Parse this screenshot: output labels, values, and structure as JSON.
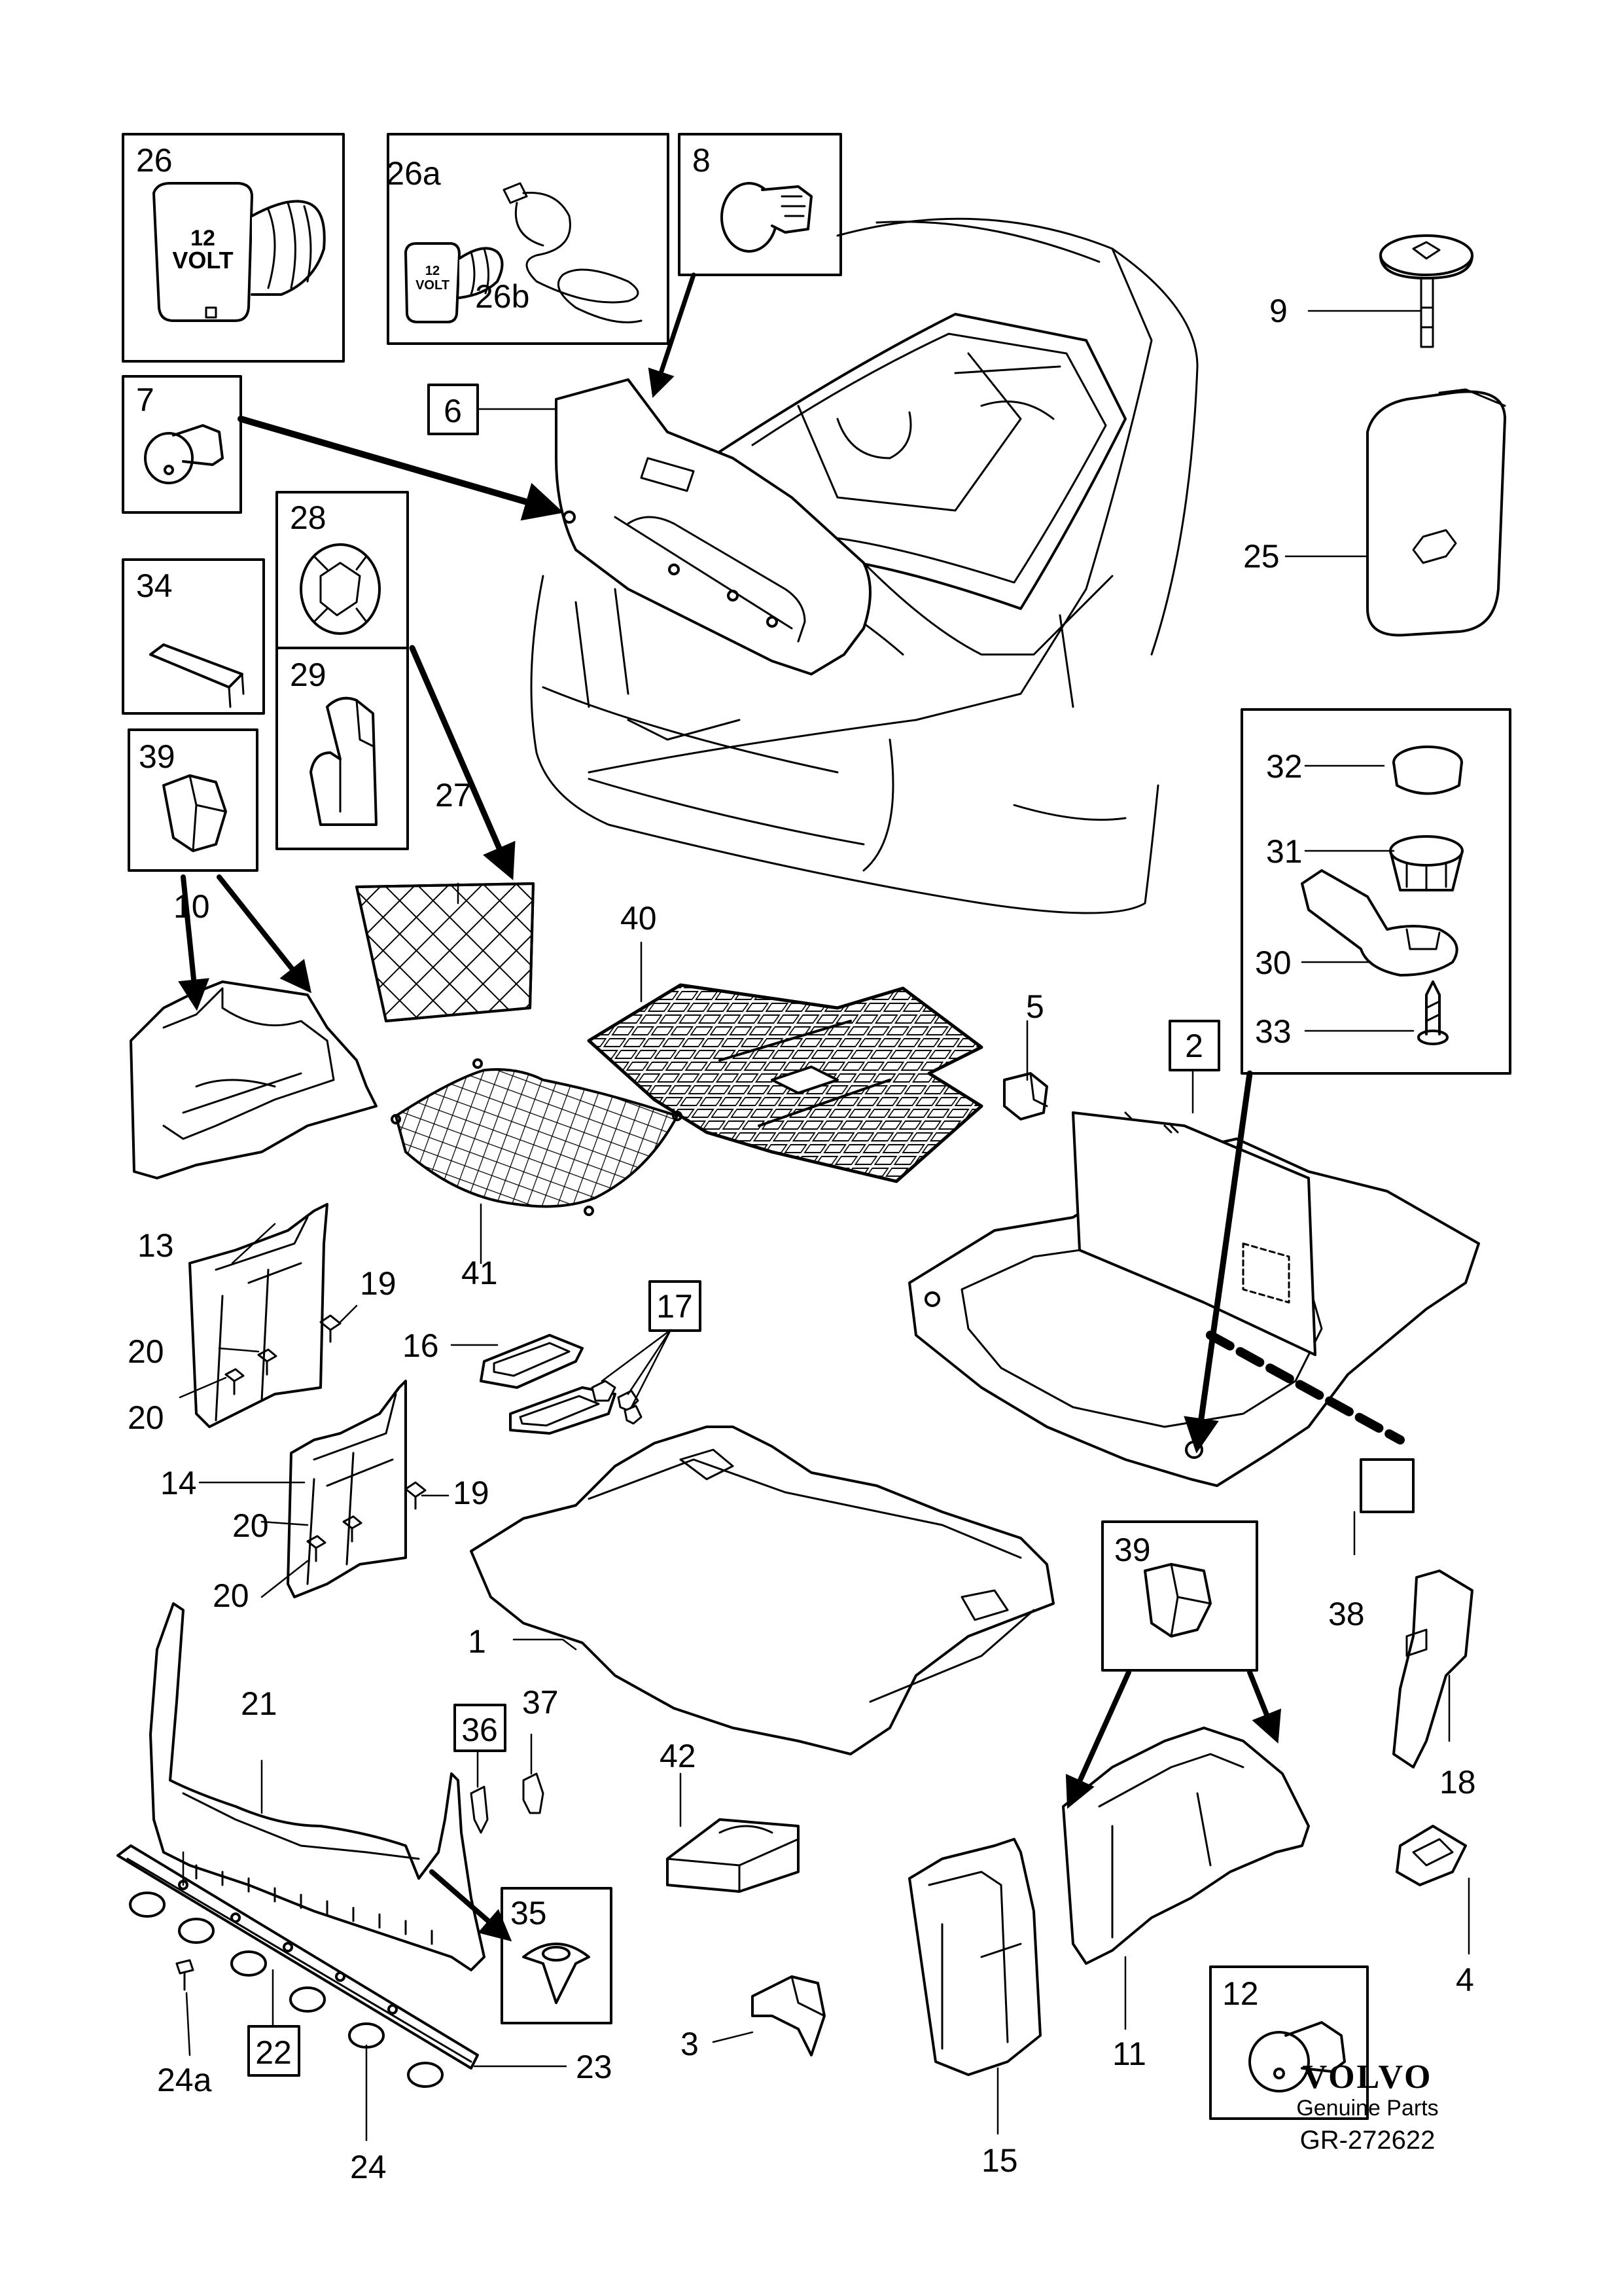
{
  "labels": {
    "p1": "1",
    "p2": "2",
    "p3": "3",
    "p4": "4",
    "p5": "5",
    "p6": "6",
    "p7": "7",
    "p8": "8",
    "p9": "9",
    "p10": "10",
    "p11": "11",
    "p12": "12",
    "p13": "13",
    "p14": "14",
    "p15": "15",
    "p16": "16",
    "p17": "17",
    "p18": "18",
    "p19a": "19",
    "p19b": "19",
    "p20a": "20",
    "p20b": "20",
    "p20c": "20",
    "p20d": "20",
    "p21": "21",
    "p22": "22",
    "p23": "23",
    "p24": "24",
    "p24a": "24a",
    "p25": "25",
    "p26": "26",
    "p26a": "26a",
    "p26b": "26b",
    "p27": "27",
    "p28": "28",
    "p29": "29",
    "p30": "30",
    "p31": "31",
    "p32": "32",
    "p33": "33",
    "p34": "34",
    "p35": "35",
    "p36": "36",
    "p37": "37",
    "p38": "38",
    "p39a": "39",
    "p39b": "39",
    "p40": "40",
    "p41": "41",
    "p42": "42"
  },
  "socket_text": {
    "line1": "12",
    "line2": "VOLT"
  },
  "footer": {
    "brand": "VOLVO",
    "tagline": "Genuine Parts",
    "reference": "GR-272622"
  }
}
